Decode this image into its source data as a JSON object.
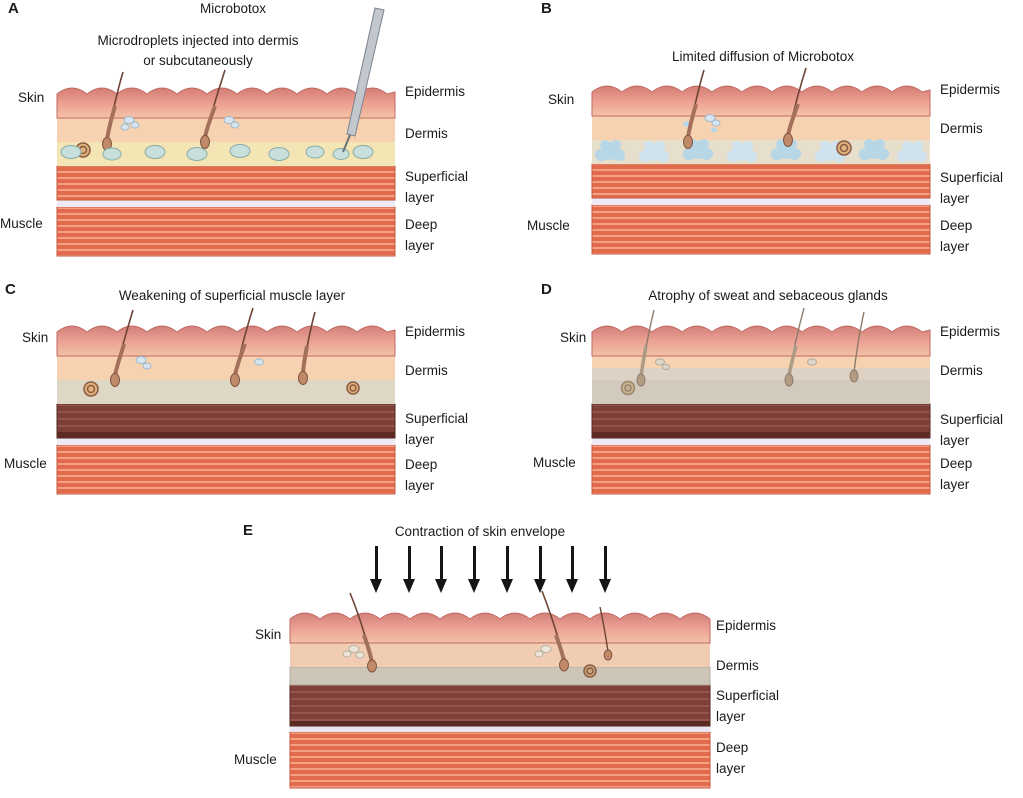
{
  "figure": {
    "background": "#ffffff",
    "text_color": "#1a1a1a"
  },
  "palette": {
    "epidermis_top": "#d47d76",
    "epidermis": "#eba394",
    "epidermis_low": "#f4c3a8",
    "dermis": "#f7d2b0",
    "subcutaneous_yellow": "#f3e5b4",
    "subcutaneous_gray": "#ded7c6",
    "microdroplet_blue": "#c9dfdb",
    "diffusion_blue": "#b7d6e6",
    "muscle_red": "#e26a4d",
    "muscle_stripe": "#f5a083",
    "weakened_muscle": "#7c4038",
    "weakened_stripe": "#94544b",
    "fascia_gap": "#edeaf3"
  },
  "panels": [
    {
      "letter": "A",
      "title": "Microbotox",
      "subtitle_line1": "Microdroplets injected into dermis",
      "subtitle_line2": "or subcutaneously",
      "left_labels": [
        "Skin",
        "Muscle"
      ],
      "right_labels": [
        [
          "Epidermis"
        ],
        [
          "Dermis"
        ],
        [
          "Superficial",
          "layer"
        ],
        [
          "Deep",
          "layer"
        ]
      ]
    },
    {
      "letter": "B",
      "title": "Limited diffusion of Microbotox",
      "left_labels": [
        "Skin",
        "Muscle"
      ],
      "right_labels": [
        [
          "Epidermis"
        ],
        [
          "Dermis"
        ],
        [
          "Superficial",
          "layer"
        ],
        [
          "Deep",
          "layer"
        ]
      ]
    },
    {
      "letter": "C",
      "title": "Weakening of superficial muscle layer",
      "left_labels": [
        "Skin",
        "Muscle"
      ],
      "right_labels": [
        [
          "Epidermis"
        ],
        [
          "Dermis"
        ],
        [
          "Superficial",
          "layer"
        ],
        [
          "Deep",
          "layer"
        ]
      ]
    },
    {
      "letter": "D",
      "title": "Atrophy of sweat and sebaceous glands",
      "left_labels": [
        "Skin",
        "Muscle"
      ],
      "right_labels": [
        [
          "Epidermis"
        ],
        [
          "Dermis"
        ],
        [
          "Superficial",
          "layer"
        ],
        [
          "Deep",
          "layer"
        ]
      ]
    },
    {
      "letter": "E",
      "title": "Contraction of skin envelope",
      "arrow_icon": "down-arrow",
      "arrow_count": 8,
      "left_labels": [
        "Skin",
        "Muscle"
      ],
      "right_labels": [
        [
          "Epidermis"
        ],
        [
          "Dermis"
        ],
        [
          "Superficial",
          "layer"
        ],
        [
          "Deep",
          "layer"
        ]
      ]
    }
  ]
}
